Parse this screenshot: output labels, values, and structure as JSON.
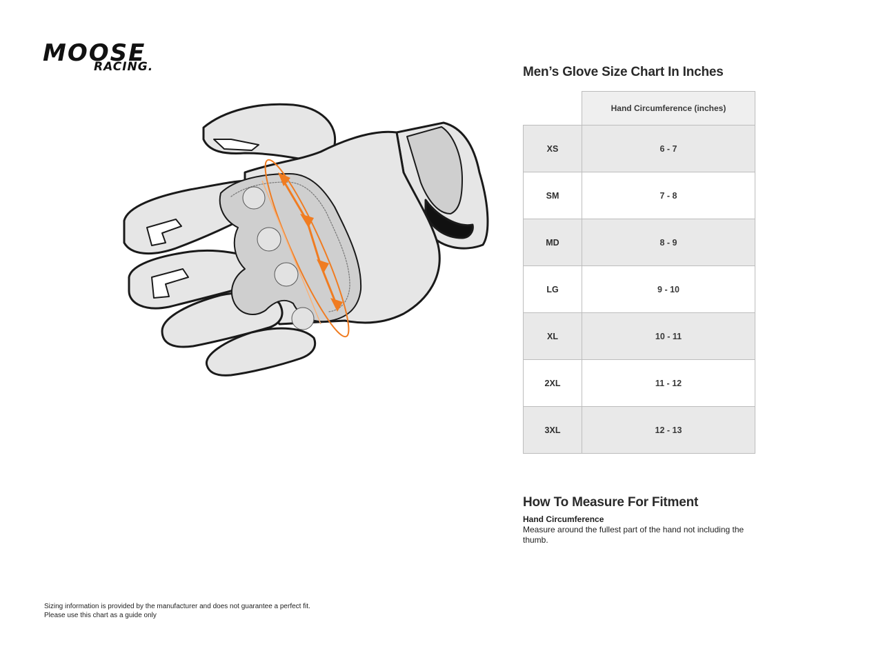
{
  "brand": {
    "line1": "MOOSE",
    "line2": "RACING."
  },
  "chart": {
    "title": "Men’s Glove Size Chart In Inches",
    "column_header": "Hand Circumference (inches)",
    "rows": [
      {
        "size": "XS",
        "range": "6 - 7"
      },
      {
        "size": "SM",
        "range": "7 - 8"
      },
      {
        "size": "MD",
        "range": "8 - 9"
      },
      {
        "size": "LG",
        "range": "9 - 10"
      },
      {
        "size": "XL",
        "range": "10 - 11"
      },
      {
        "size": "2XL",
        "range": "11 - 12"
      },
      {
        "size": "3XL",
        "range": "12 - 13"
      }
    ]
  },
  "measure": {
    "title": "How To Measure For Fitment",
    "subtitle": "Hand Circumference",
    "description": "Measure around the fullest part of the hand not including the thumb."
  },
  "disclaimer": {
    "line1": "Sizing information is provided by the manufacturer and does not guarantee a perfect fit.",
    "line2": "Please use this chart as a guide only"
  },
  "colors": {
    "accent": "#f07c21",
    "glove_fill": "#e6e6e6",
    "palm_fill": "#cfcfcf",
    "outline": "#1a1a1a",
    "table_shade": "#e9e9e9",
    "table_border": "#bcbcbc"
  },
  "icons": {
    "glove_illustration": "glove-diagram-icon",
    "measure_arrow": "arrow-down-icon"
  }
}
